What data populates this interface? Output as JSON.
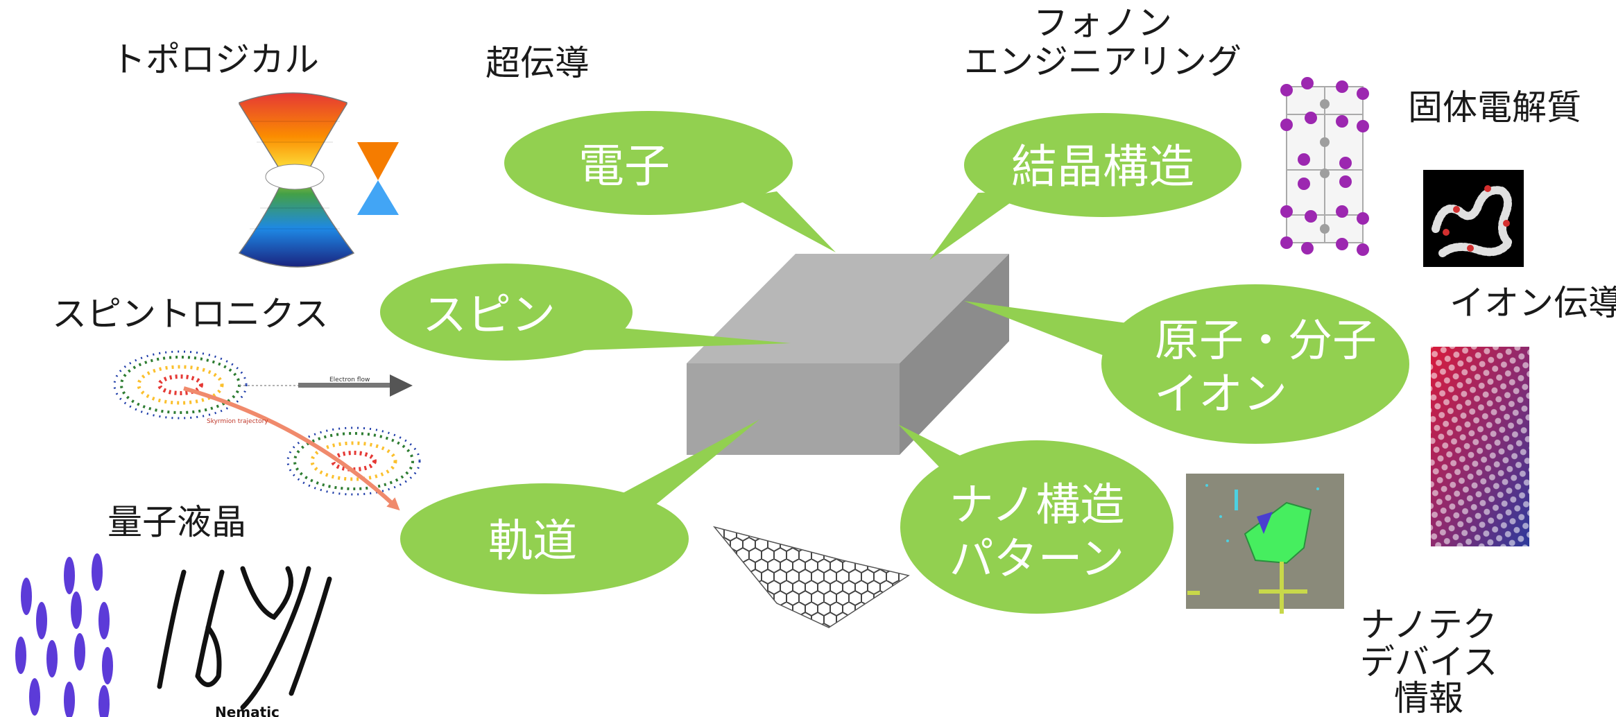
{
  "center_topics": {
    "electron": "電子",
    "spin": "スピン",
    "orbital": "軌道",
    "crystal_structure": "結晶構造",
    "atom_molecule_ion": [
      "原子・分子",
      "イオン"
    ],
    "nanostructure_pattern": [
      "ナノ構造",
      "パターン"
    ]
  },
  "field_labels": {
    "topological": "トポロジカル",
    "superconductivity": "超伝導",
    "phonon_engineering": [
      "フォノン",
      "エンジニアリング"
    ],
    "solid_electrolyte": "固体電解質",
    "spintronics": "スピントロニクス",
    "ion_conduction": "イオン伝導",
    "quantum_liquid_crystal": "量子液晶",
    "nanotech_device_info": [
      "ナノテク",
      "デバイス",
      "情報"
    ]
  },
  "image_captions": {
    "electron_flow": "Electron flow",
    "skyrmion_trajectory": "Skyrmion trajectory",
    "nematic": "Nematic"
  },
  "colors": {
    "bubble_green": "#92d050",
    "bubble_text": "#ffffff",
    "block_top": "#b7b7b7",
    "block_front": "#a4a4a4",
    "block_side": "#8c8c8c",
    "text": "#1a1a1a"
  }
}
